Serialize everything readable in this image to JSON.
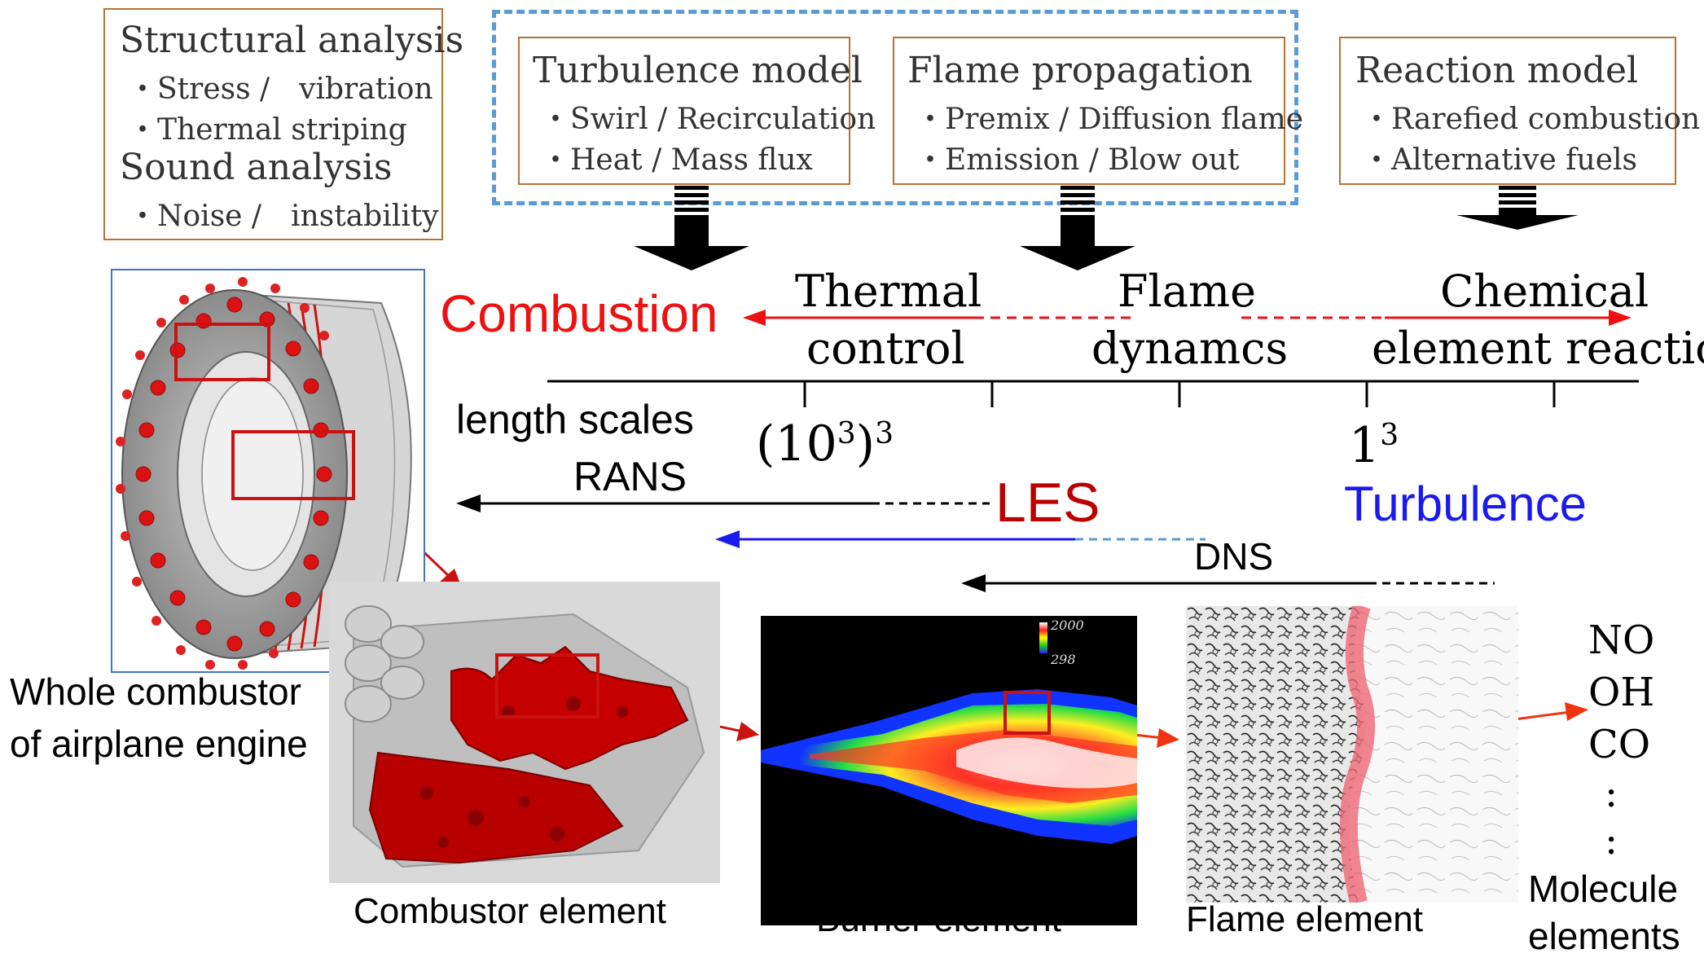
{
  "structural_box": {
    "title": "Structural analysis",
    "items": [
      "・Stress /　vibration",
      "・Thermal striping"
    ],
    "title2": "Sound analysis",
    "items2": [
      "・Noise /　instability"
    ]
  },
  "turbulence_box": {
    "title": "Turbulence model",
    "items": [
      "・Swirl / Recirculation",
      "・Heat / Mass flux"
    ]
  },
  "flame_box": {
    "title": "Flame propagation",
    "items": [
      "・Premix / Diffusion flame",
      "・Emission / Blow out"
    ]
  },
  "reaction_box": {
    "title": "Reaction model",
    "items": [
      "・Rarefied combustion",
      "・Alternative fuels"
    ]
  },
  "scale_labels": {
    "combustion": "Combustion",
    "thermal": "Thermal",
    "control": "control",
    "flame": "Flame",
    "dynamcs": "dynamcs",
    "chemical": "Chemical",
    "element_reaction": "element reaction",
    "length_scales": "length scales",
    "big_scale_base": "(10",
    "big_scale_exp1": "3",
    "big_scale_close": ")",
    "big_scale_exp2": "3",
    "small_scale_base": "1",
    "small_scale_exp": "3"
  },
  "methods": {
    "rans": "RANS",
    "les": "LES",
    "turbulence": "Turbulence",
    "dns": "DNS"
  },
  "elements": {
    "whole_line1": "Whole combustor",
    "whole_line2": "of airplane engine",
    "combustor": "Combustor element",
    "burner": "Burner element",
    "flame": "Flame element",
    "molecule_line1": "Molecule",
    "molecule_line2": "elements"
  },
  "molecules": [
    "NO",
    "OH",
    "CO",
    ":",
    ":"
  ],
  "colorbar": {
    "max": "2000",
    "min": "298"
  },
  "colors": {
    "red": "#ee1111",
    "blue": "#1a1aee",
    "dark_red": "#bb0000",
    "box_border": "#b87333",
    "dashed_blue": "#5b9bd5"
  }
}
